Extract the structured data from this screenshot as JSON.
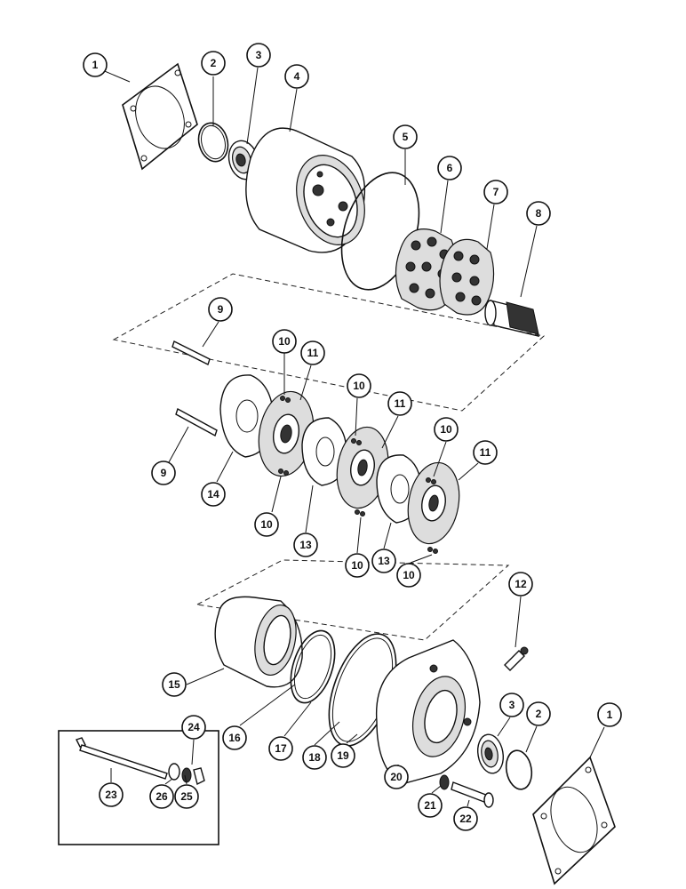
{
  "diagram": {
    "callouts": [
      {
        "id": "c1a",
        "label": "1"
      },
      {
        "id": "c2a",
        "label": "2"
      },
      {
        "id": "c3a",
        "label": "3"
      },
      {
        "id": "c4",
        "label": "4"
      },
      {
        "id": "c5",
        "label": "5"
      },
      {
        "id": "c6",
        "label": "6"
      },
      {
        "id": "c7",
        "label": "7"
      },
      {
        "id": "c8",
        "label": "8"
      },
      {
        "id": "c9a",
        "label": "9"
      },
      {
        "id": "c9b",
        "label": "9"
      },
      {
        "id": "c10a",
        "label": "10"
      },
      {
        "id": "c10b",
        "label": "10"
      },
      {
        "id": "c10c",
        "label": "10"
      },
      {
        "id": "c10d",
        "label": "10"
      },
      {
        "id": "c10e",
        "label": "10"
      },
      {
        "id": "c10f",
        "label": "10"
      },
      {
        "id": "c11a",
        "label": "11"
      },
      {
        "id": "c11b",
        "label": "11"
      },
      {
        "id": "c11c",
        "label": "11"
      },
      {
        "id": "c12",
        "label": "12"
      },
      {
        "id": "c13a",
        "label": "13"
      },
      {
        "id": "c13b",
        "label": "13"
      },
      {
        "id": "c14",
        "label": "14"
      },
      {
        "id": "c15",
        "label": "15"
      },
      {
        "id": "c16",
        "label": "16"
      },
      {
        "id": "c17",
        "label": "17"
      },
      {
        "id": "c18",
        "label": "18"
      },
      {
        "id": "c19",
        "label": "19"
      },
      {
        "id": "c20",
        "label": "20"
      },
      {
        "id": "c21",
        "label": "21"
      },
      {
        "id": "c22",
        "label": "22"
      },
      {
        "id": "c23",
        "label": "23"
      },
      {
        "id": "c24",
        "label": "24"
      },
      {
        "id": "c25",
        "label": "25"
      },
      {
        "id": "c26",
        "label": "26"
      },
      {
        "id": "c3b",
        "label": "3"
      },
      {
        "id": "c2b",
        "label": "2"
      },
      {
        "id": "c1b",
        "label": "1"
      }
    ]
  }
}
